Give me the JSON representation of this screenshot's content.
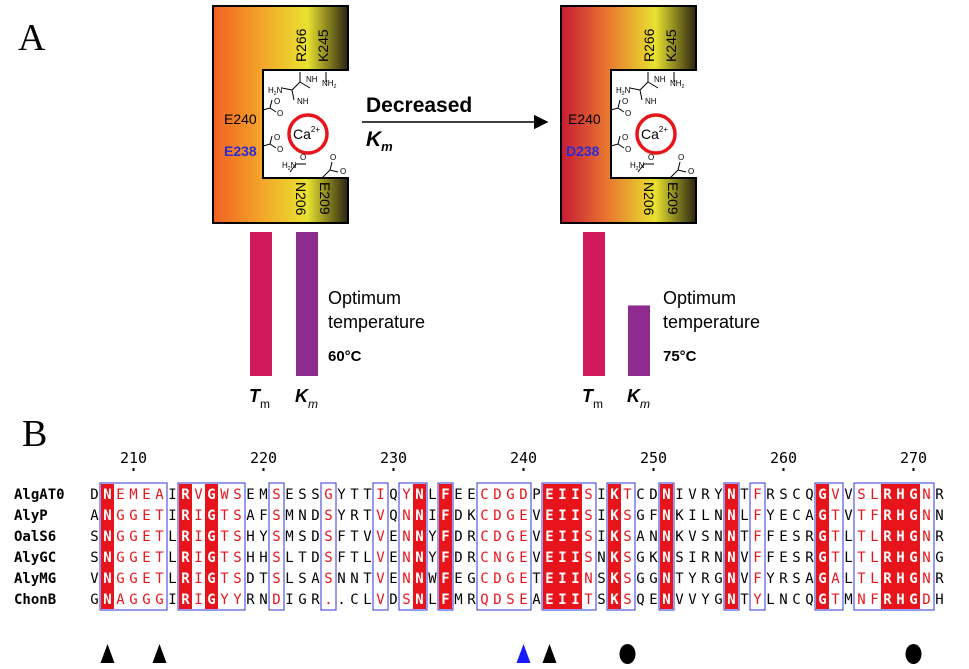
{
  "panel_a": {
    "label": "A",
    "left": {
      "residues": [
        "R266",
        "K245",
        "E240",
        "E238",
        "N206",
        "E209"
      ],
      "highlight": "E238",
      "ion": "Ca",
      "ion_charge": "2+",
      "temperature_label": [
        "Optimum",
        "temperature"
      ],
      "temperature_value": "60°C",
      "bars": [
        {
          "label": "T",
          "sub": "m",
          "value": 1.0,
          "color": "#d11a5c"
        },
        {
          "label": "K",
          "sub": "m",
          "value": 1.0,
          "color": "#8e2b8e"
        }
      ]
    },
    "arrow": {
      "line1": "Decreased",
      "line2_main": "K",
      "line2_sub": "m"
    },
    "right": {
      "residues": [
        "R266",
        "K245",
        "E240",
        "D238",
        "N206",
        "E209"
      ],
      "highlight": "D238",
      "ion": "Ca",
      "ion_charge": "2+",
      "temperature_label": [
        "Optimum",
        "temperature"
      ],
      "temperature_value": "75°C",
      "bars": [
        {
          "label": "T",
          "sub": "m",
          "value": 1.0,
          "color": "#d11a5c"
        },
        {
          "label": "K",
          "sub": "m",
          "value": 0.49,
          "color": "#8e2b8e"
        }
      ]
    },
    "atoms": {
      "amine": "H",
      "nh": "NH",
      "nh2": "NH",
      "o": "O",
      "h2n": "H",
      "n": "N",
      "sub2": "2"
    }
  },
  "panel_b": {
    "label": "B",
    "ruler": [
      "210",
      "220",
      "230",
      "240",
      "250",
      "260",
      "270"
    ],
    "sequences": [
      {
        "name": "AlgAT0",
        "seq": "DNEMEAIRVGWSEMSESSGYTTIQYNLFEECDGDPEIISIKTCDNIVRYNTFRSCQGVVSLRHGNR"
      },
      {
        "name": "AlyP",
        "seq": "ANGGETIRIGTSAFSMNDSYRTVQNNIFDKCDGEVEIISIKSGFNKILNNLFYECAGTVTFRHGNN"
      },
      {
        "name": "OalS6",
        "seq": "SNGGETLRIGTSHYSMSDSFTVVENNYFDRCDGEVEIISIKSANNKVSNNTFFESRGTLTLRHGNR"
      },
      {
        "name": "AlyGC",
        "seq": "SNGGETLRIGTSHHSLTDSFTLVENNYFDRCNGEVEIISNKSGKNSIRNNVFFESRGTLTLRHGNG"
      },
      {
        "name": "AlyMG",
        "seq": "VNGGETLRIGTSDTSLSASNNTVENNWFEGCDGETEIINSKSGGNTYRGNVFYRSAGALTLRHGNR"
      },
      {
        "name": "ChonB",
        "seq": "GNAGGGIRIGYYRNDIGR..CLVDSNLFMRQDSEAEIITSKSQENVVYGNTYLNCQGTMNFRHGDH"
      }
    ],
    "markers": [
      {
        "type": "triangle",
        "color": "#000000"
      },
      {
        "type": "triangle",
        "color": "#000000"
      },
      {
        "type": "triangle",
        "color": "#1a1aff"
      },
      {
        "type": "triangle",
        "color": "#000000"
      },
      {
        "type": "circle",
        "color": "#000000"
      },
      {
        "type": "circle",
        "color": "#000000"
      }
    ]
  },
  "colors": {
    "conserved_bg": "#e8141b",
    "similar_text": "#e8141b",
    "box": "#3434d8",
    "ion_ring": "#e8141b"
  }
}
